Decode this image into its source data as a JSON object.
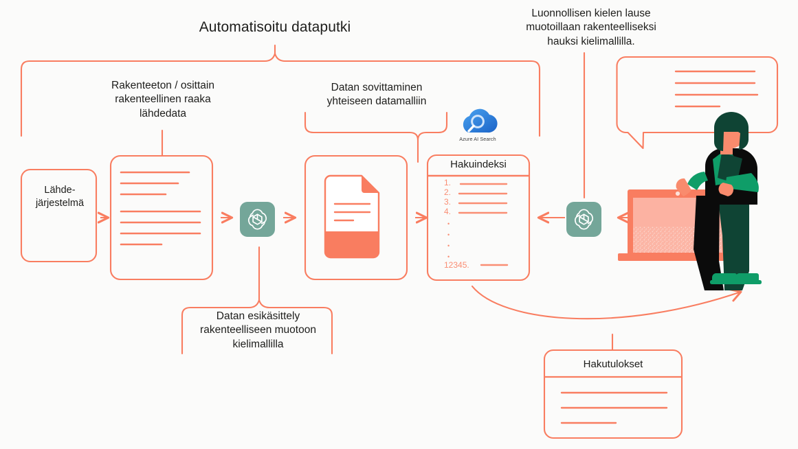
{
  "diagram": {
    "title": "Automatisoitu dataputki",
    "colors": {
      "accent_orange": "#f97d60",
      "light_orange": "#fca68f",
      "openai_green": "#74a699",
      "dark_green": "#0c3b2e",
      "mid_green": "#0f9d68",
      "skin": "#f98b6d",
      "azure_blue": "#2e7dd7",
      "text": "#1d1d1b",
      "background": "#fbfbfa"
    },
    "annotations": {
      "natural_language": "Luonnollisen kielen lause\nmuotoillaan rakenteelliseksi\nhauksi kielimallilla.",
      "raw_data": "Rakenteeton / osittain\nrakenteellinen raaka\nlähdedata",
      "data_mapping": "Datan sovittaminen\nyhteiseen datamalliin",
      "preprocessing": "Datan esikäsittely\nrakenteelliseen muotoon\nkielimallilla"
    },
    "nodes": {
      "source_system": {
        "label": "Lähde-\njärjestelmä",
        "name": "source-system-box"
      },
      "raw_document": {
        "name": "raw-data-document-box"
      },
      "openai_preprocess": {
        "name": "openai-logo-preprocess"
      },
      "mapped_document": {
        "name": "mapped-data-document-box"
      },
      "search_index": {
        "title": "Hakuindeksi",
        "items": [
          "1.",
          "2.",
          "3.",
          "4."
        ],
        "dots": [
          "•",
          "•",
          "•",
          "•"
        ],
        "last_item": "12345."
      },
      "azure_ai_search": {
        "label": "Azure AI Search",
        "name": "azure-ai-search-icon"
      },
      "openai_query": {
        "name": "openai-logo-query"
      },
      "search_results": {
        "title": "Hakutulokset",
        "name": "search-results-box"
      },
      "person": {
        "name": "person-illustration"
      },
      "speech_bubble": {
        "name": "speech-bubble"
      },
      "laptop": {
        "name": "laptop-illustration"
      }
    }
  }
}
